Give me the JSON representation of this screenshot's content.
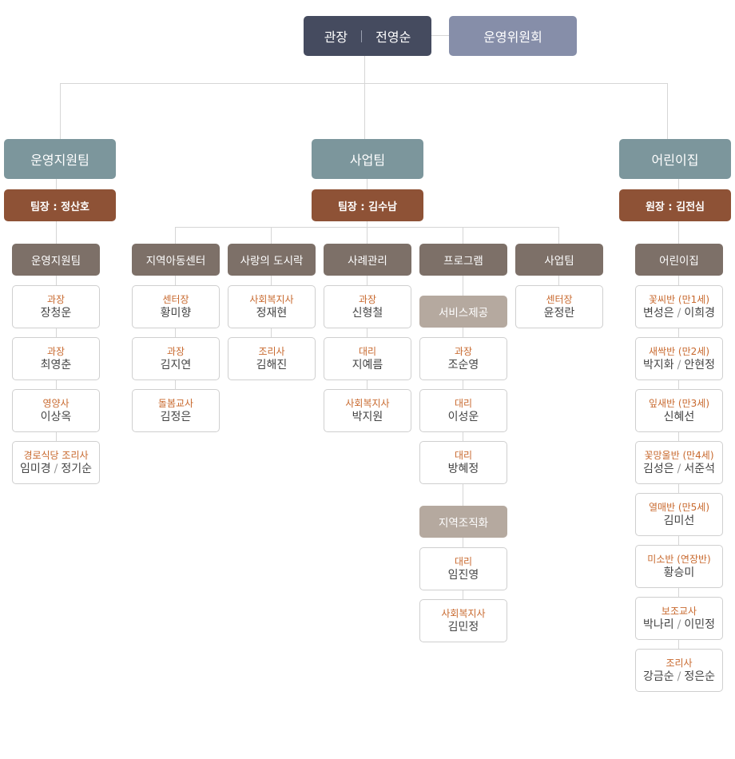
{
  "top": {
    "director_title": "관장",
    "director_name": "전영순",
    "committee": "운영위원회"
  },
  "teams": [
    {
      "name": "운영지원팀",
      "leader": "팀장 : 정산호",
      "depts": [
        {
          "name": "운영지원팀",
          "members": [
            {
              "role": "과장",
              "names": [
                "장청운"
              ]
            },
            {
              "role": "과장",
              "names": [
                "최영춘"
              ]
            },
            {
              "role": "영양사",
              "names": [
                "이상옥"
              ]
            },
            {
              "role": "경로식당 조리사",
              "names": [
                "임미경",
                "정기순"
              ]
            }
          ]
        }
      ]
    },
    {
      "name": "사업팀",
      "leader": "팀장 : 김수남",
      "depts": [
        {
          "name": "지역아동센터",
          "members": [
            {
              "role": "센터장",
              "names": [
                "황미향"
              ]
            },
            {
              "role": "과장",
              "names": [
                "김지연"
              ]
            },
            {
              "role": "돌봄교사",
              "names": [
                "김정은"
              ]
            }
          ]
        },
        {
          "name": "사랑의 도시락",
          "members": [
            {
              "role": "사회복지사",
              "names": [
                "정재현"
              ]
            },
            {
              "role": "조리사",
              "names": [
                "김해진"
              ]
            }
          ]
        },
        {
          "name": "사례관리",
          "members": [
            {
              "role": "과장",
              "names": [
                "신형철"
              ]
            },
            {
              "role": "대리",
              "names": [
                "지예름"
              ]
            },
            {
              "role": "사회복지사",
              "names": [
                "박지원"
              ]
            }
          ]
        },
        {
          "name": "프로그램",
          "groups": [
            {
              "name": "서비스제공",
              "members": [
                {
                  "role": "과장",
                  "names": [
                    "조순영"
                  ]
                },
                {
                  "role": "대리",
                  "names": [
                    "이성운"
                  ]
                },
                {
                  "role": "대리",
                  "names": [
                    "방혜정"
                  ]
                }
              ]
            },
            {
              "name": "지역조직화",
              "members": [
                {
                  "role": "대리",
                  "names": [
                    "임진영"
                  ]
                },
                {
                  "role": "사회복지사",
                  "names": [
                    "김민정"
                  ]
                }
              ]
            }
          ]
        },
        {
          "name": "사업팀",
          "members": [
            {
              "role": "센터장",
              "names": [
                "윤정란"
              ]
            }
          ]
        }
      ]
    },
    {
      "name": "어린이집",
      "leader": "원장 : 김전심",
      "depts": [
        {
          "name": "어린이집",
          "members": [
            {
              "role": "꽃씨반 (만1세)",
              "names": [
                "변성은",
                "이희경"
              ]
            },
            {
              "role": "새싹반 (만2세)",
              "names": [
                "박지화",
                "안현정"
              ]
            },
            {
              "role": "잎새반 (만3세)",
              "names": [
                "신혜선"
              ]
            },
            {
              "role": "꽃망울반 (만4세)",
              "names": [
                "김성은",
                "서준석"
              ]
            },
            {
              "role": "열매반 (만5세)",
              "names": [
                "김미선"
              ]
            },
            {
              "role": "미소반 (연장반)",
              "names": [
                "황승미"
              ]
            },
            {
              "role": "보조교사",
              "names": [
                "박나리",
                "이민정"
              ]
            },
            {
              "role": "조리사",
              "names": [
                "강금순",
                "정은순"
              ]
            }
          ]
        }
      ]
    }
  ]
}
